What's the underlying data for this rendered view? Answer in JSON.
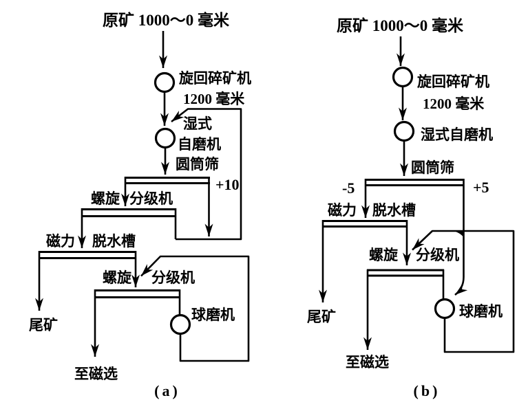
{
  "colors": {
    "line": "#000000",
    "background": "#ffffff"
  },
  "diagram_a": {
    "caption": "(a)",
    "feed_title": "原矿 1000～0 毫米",
    "crusher_label": "旋回碎矿机",
    "crusher_size": "1200 毫米",
    "mill_label_line1": "湿式",
    "mill_label_line2": "自磨机",
    "screen_label": "圆筒筛",
    "oversize_label": "+10",
    "classifier1_label_left": "螺旋",
    "classifier1_label_right": "分级机",
    "dewater_label_left": "磁力",
    "dewater_label_right": "脱水槽",
    "classifier2_label_left": "螺旋",
    "classifier2_label_right": "分级机",
    "ballmill_label": "球磨机",
    "tailings_label": "尾矿",
    "to_magnetic_label": "至磁选"
  },
  "diagram_b": {
    "caption": "(b)",
    "feed_title": "原矿 1000～0 毫米",
    "crusher_label": "旋回碎矿机",
    "crusher_size": "1200 毫米",
    "mill_label": "湿式自磨机",
    "screen_label": "圆筒筛",
    "undersize_label": "-5",
    "oversize_label": "+5",
    "dewater_label_left": "磁力",
    "dewater_label_right": "脱水槽",
    "classifier_label_left": "螺旋",
    "classifier_label_right": "分级机",
    "ballmill_label": "球磨机",
    "tailings_label": "尾矿",
    "to_magnetic_label": "至磁选"
  }
}
